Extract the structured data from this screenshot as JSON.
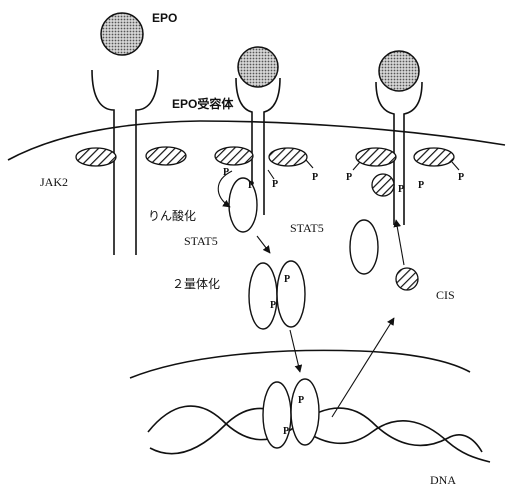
{
  "labels": {
    "epo": "EPO",
    "receptor": "EPO受容体",
    "jak2": "JAK2",
    "phosphorylation": "りん酸化",
    "stat5_left": "STAT5",
    "stat5_right": "STAT5",
    "dimerization": "２量体化",
    "cis": "CIS",
    "dna": "DNA",
    "p": "P"
  },
  "colors": {
    "ink": "#111111",
    "ligand_fill": "#b8b8b8",
    "background": "#ffffff"
  }
}
